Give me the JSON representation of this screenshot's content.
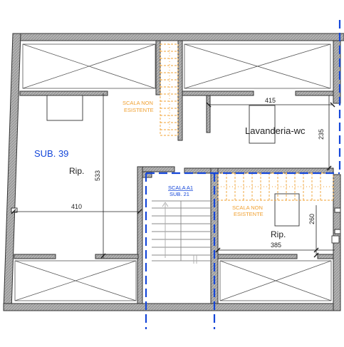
{
  "rooms": {
    "sub_label": "SUB. 39",
    "rip_left": "Rip.",
    "lavanderia": "Lavanderia-wc",
    "rip_right": "Rip."
  },
  "stairs": {
    "scala_non_1": "SCALA NON",
    "esistente_1": "ESISTENTE",
    "scala_non_2": "SCALA NON",
    "esistente_2": "ESISTENTE",
    "scala_a1": "SCALA A1",
    "sub_21": "SUB. 21"
  },
  "dimensions": {
    "d415": "415",
    "d235": "235",
    "d533": "533",
    "d410": "410",
    "d260": "260",
    "d385": "385"
  },
  "colors": {
    "wall_fill": "#b3b3b3",
    "wall_stroke": "#333333",
    "boundary_blue": "#1446d9",
    "stair_orange": "#f0a030",
    "text_blue": "#1446d9"
  }
}
